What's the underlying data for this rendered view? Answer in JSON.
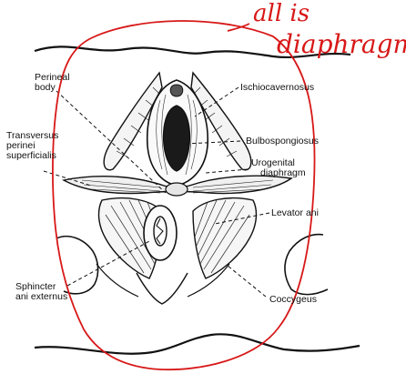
{
  "labels": {
    "perineal_body": [
      "Perineal",
      "body"
    ],
    "ischiocavernosus": "Ischiocavernosus",
    "transversus": [
      "Transversus",
      "perinei",
      "superficialis"
    ],
    "bulbospongiosus": "Bulbospongiosus",
    "urogenital": [
      "Urogenital",
      "diaphragm"
    ],
    "levator_ani": "Levator ani",
    "sphincter": [
      "Sphincter",
      "ani externus"
    ],
    "coccygeus": "Coccygeus"
  },
  "annotation": {
    "line1": "all is",
    "line2": "diaphragm",
    "color": "#d81818"
  },
  "colors": {
    "ink": "#111111",
    "annotation_red": "#d81818"
  }
}
